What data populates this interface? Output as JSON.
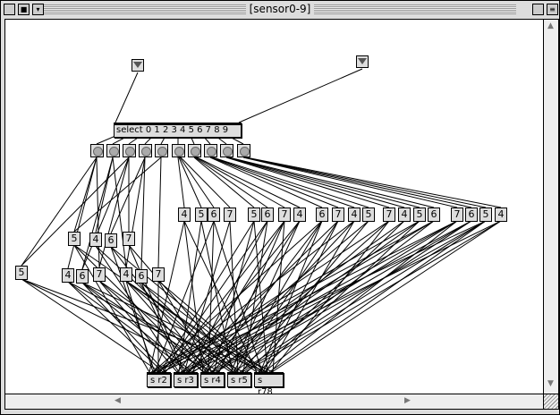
{
  "window": {
    "title": "[sensor0-9]"
  },
  "patch": {
    "select_label": "select 0 1 2 3 4 5 6 7 8 9",
    "button_count": 10,
    "messages_top": [
      "4",
      "5",
      "6",
      "7",
      "5",
      "6",
      "7",
      "4",
      "6",
      "7",
      "4",
      "5",
      "7",
      "4",
      "5",
      "6",
      "7",
      "6",
      "5",
      "4"
    ],
    "messages_mid": [
      "5",
      "4",
      "6",
      "7"
    ],
    "messages_low": [
      "5",
      "4",
      "6",
      "7",
      "4",
      "6",
      "7"
    ],
    "sends": [
      "s r2",
      "s r3",
      "s r4",
      "s r5",
      "s r78"
    ]
  }
}
